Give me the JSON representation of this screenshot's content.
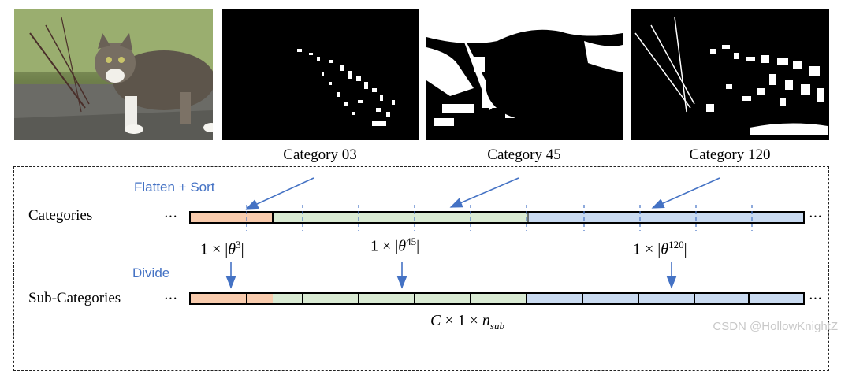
{
  "panels": {
    "photo_alt": "cat photo",
    "captions": [
      "Category 03",
      "Category 45",
      "Category 120"
    ]
  },
  "labels": {
    "flatten_sort": "Flatten + Sort",
    "divide": "Divide",
    "categories": "Categories",
    "sub_categories": "Sub-Categories",
    "ellipsis": "···"
  },
  "math": {
    "theta_prefix": "1 × |",
    "theta_symbol": "θ",
    "theta3_sup": "3",
    "theta45_sup": "45",
    "theta120_sup": "120",
    "theta_suffix": "|",
    "bottom_C": "C",
    "bottom_mid": " × 1 × ",
    "bottom_n": "n",
    "bottom_sub": "sub"
  },
  "colors": {
    "orange": "#f8cbad",
    "green": "#d9ead3",
    "blue": "#c9daf0",
    "arrow": "#4472c4"
  },
  "watermark": "CSDN @HollowKnightZ"
}
